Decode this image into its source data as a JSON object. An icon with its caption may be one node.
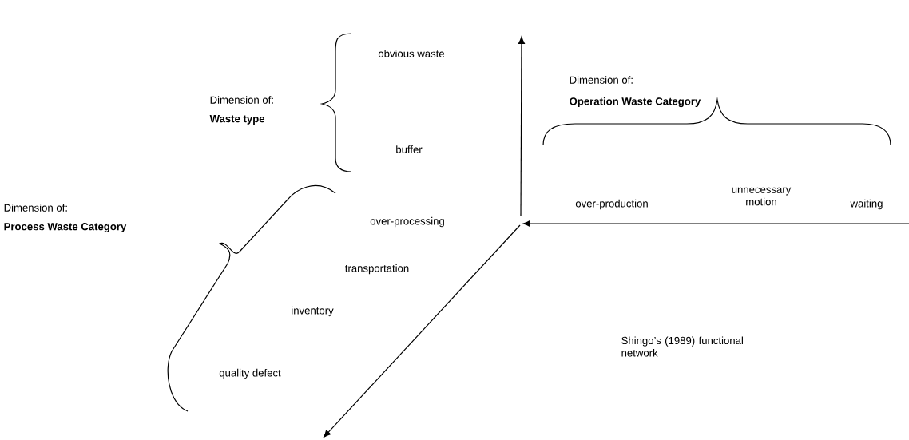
{
  "diagram": {
    "labels": [
      "obvious waste",
      "Dimension of:",
      "Operation Waste Category",
      "Dimension of:",
      "Waste type",
      "buffer",
      "over-production",
      "unnecessary motion",
      "waiting",
      "Dimension of:",
      "Process Waste Category",
      "over-processing",
      "transportation",
      "inventory",
      "Shingo’s (1989) functional network",
      "quality defect"
    ]
  }
}
